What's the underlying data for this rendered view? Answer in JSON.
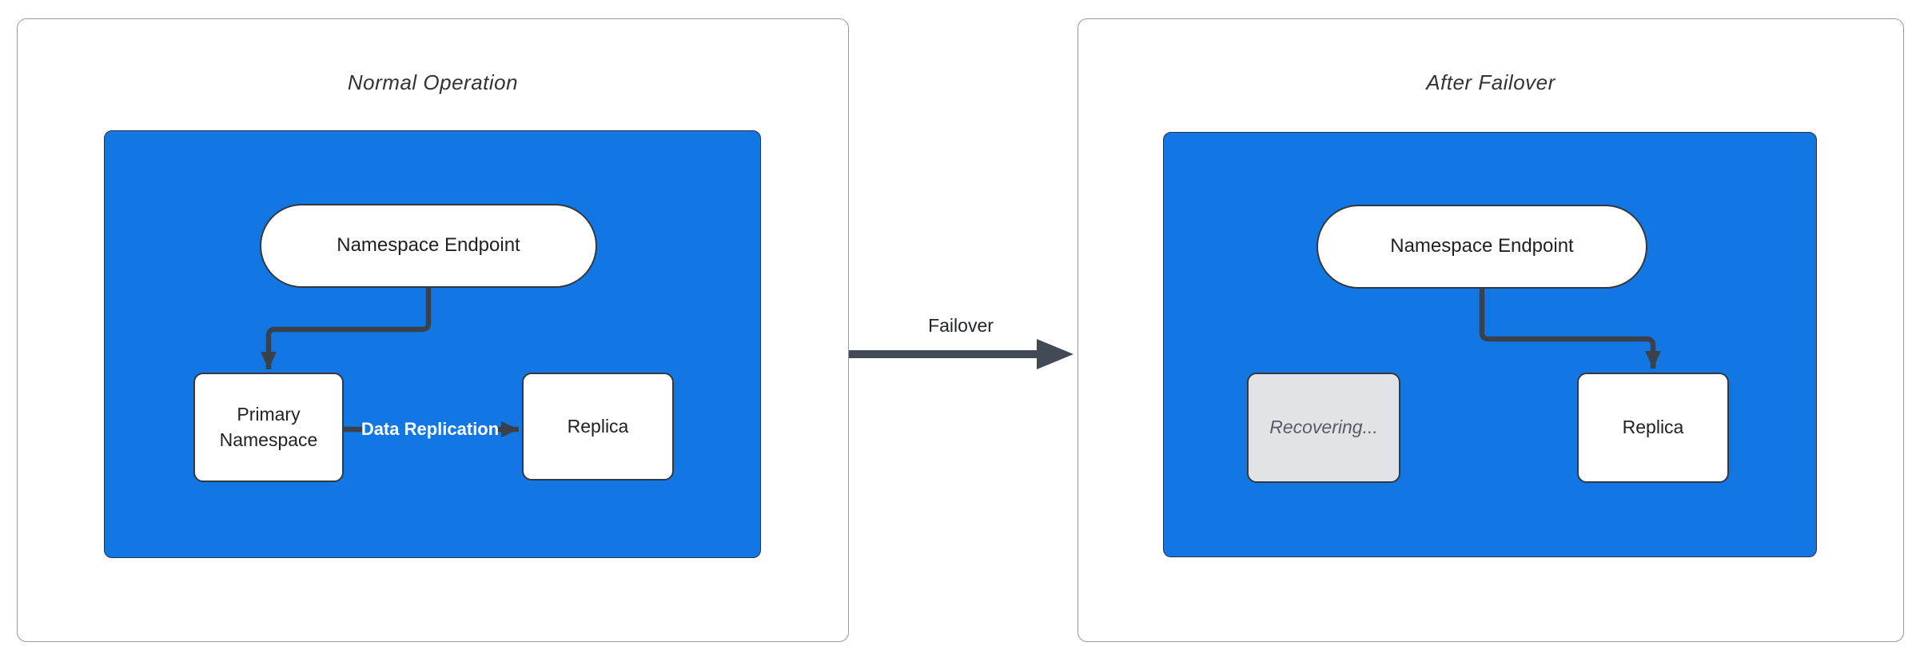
{
  "colors": {
    "cluster-blue": "#1377E3",
    "edge-dark": "#3A414B",
    "failover-arrow": "#424A56",
    "node-border": "#333840",
    "panel-border": "#999999",
    "recovering-fill": "#E2E3E7",
    "recovering-text": "#565D66",
    "title-text": "#333333",
    "node-text": "#222222",
    "edge-label-text": "#FFFFFF"
  },
  "panels": [
    {
      "title": "Normal Operation",
      "nodes": {
        "endpoint": "Namespace Endpoint",
        "primary": "Primary Namespace",
        "replica": "Replica"
      },
      "edges": {
        "replication_label": "Data Replication"
      }
    },
    {
      "title": "After Failover",
      "nodes": {
        "endpoint": "Namespace Endpoint",
        "recovering": "Recovering...",
        "replica": "Replica"
      }
    }
  ],
  "transition": {
    "label": "Failover"
  }
}
